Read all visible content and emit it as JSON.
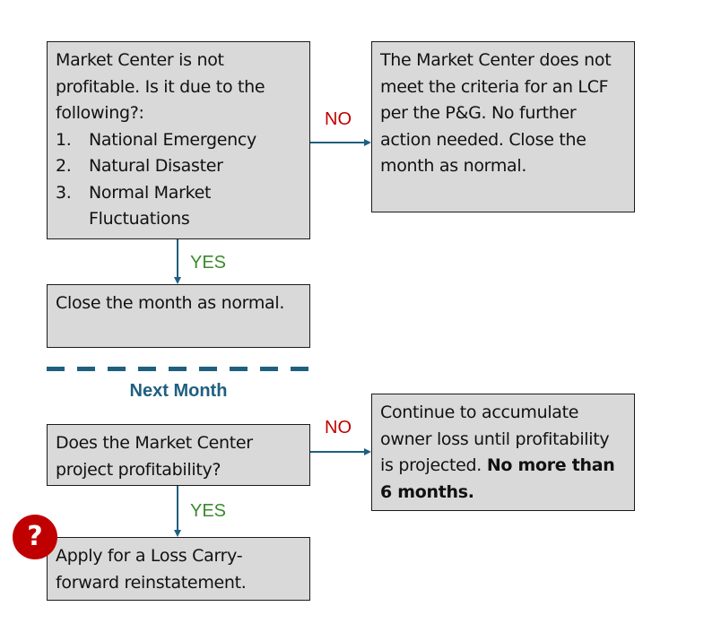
{
  "flowchart": {
    "box1": {
      "intro": "Market Center is not profitable. Is it due to the following?:",
      "items": [
        {
          "num": "1.",
          "text": "National Emergency"
        },
        {
          "num": "2.",
          "text": "Natural Disaster"
        },
        {
          "num": "3.",
          "text": "Normal Market Fluctuations"
        }
      ]
    },
    "box2": {
      "text": "The Market Center does not meet the criteria for an LCF per the P&G. No further action needed. Close the month as normal."
    },
    "box3": {
      "text": "Close the month as normal."
    },
    "divider_label": "Next Month",
    "box4": {
      "text": "Does the Market Center project profitability?"
    },
    "box5": {
      "text": "Continue to accumulate owner loss until profitability is projected.",
      "bold_text": "No more than 6 months."
    },
    "box6": {
      "text": "Apply for a Loss Carry-forward reinstatement."
    },
    "labels": {
      "no_1": "NO",
      "yes_1": "YES",
      "no_2": "NO",
      "yes_2": "YES"
    },
    "help_icon": {
      "glyph": "?",
      "color": "#c00000"
    },
    "colors": {
      "box_fill": "#d9d9d9",
      "connector": "#1f5f80",
      "no": "#c00000",
      "yes": "#3b8a2e"
    }
  }
}
